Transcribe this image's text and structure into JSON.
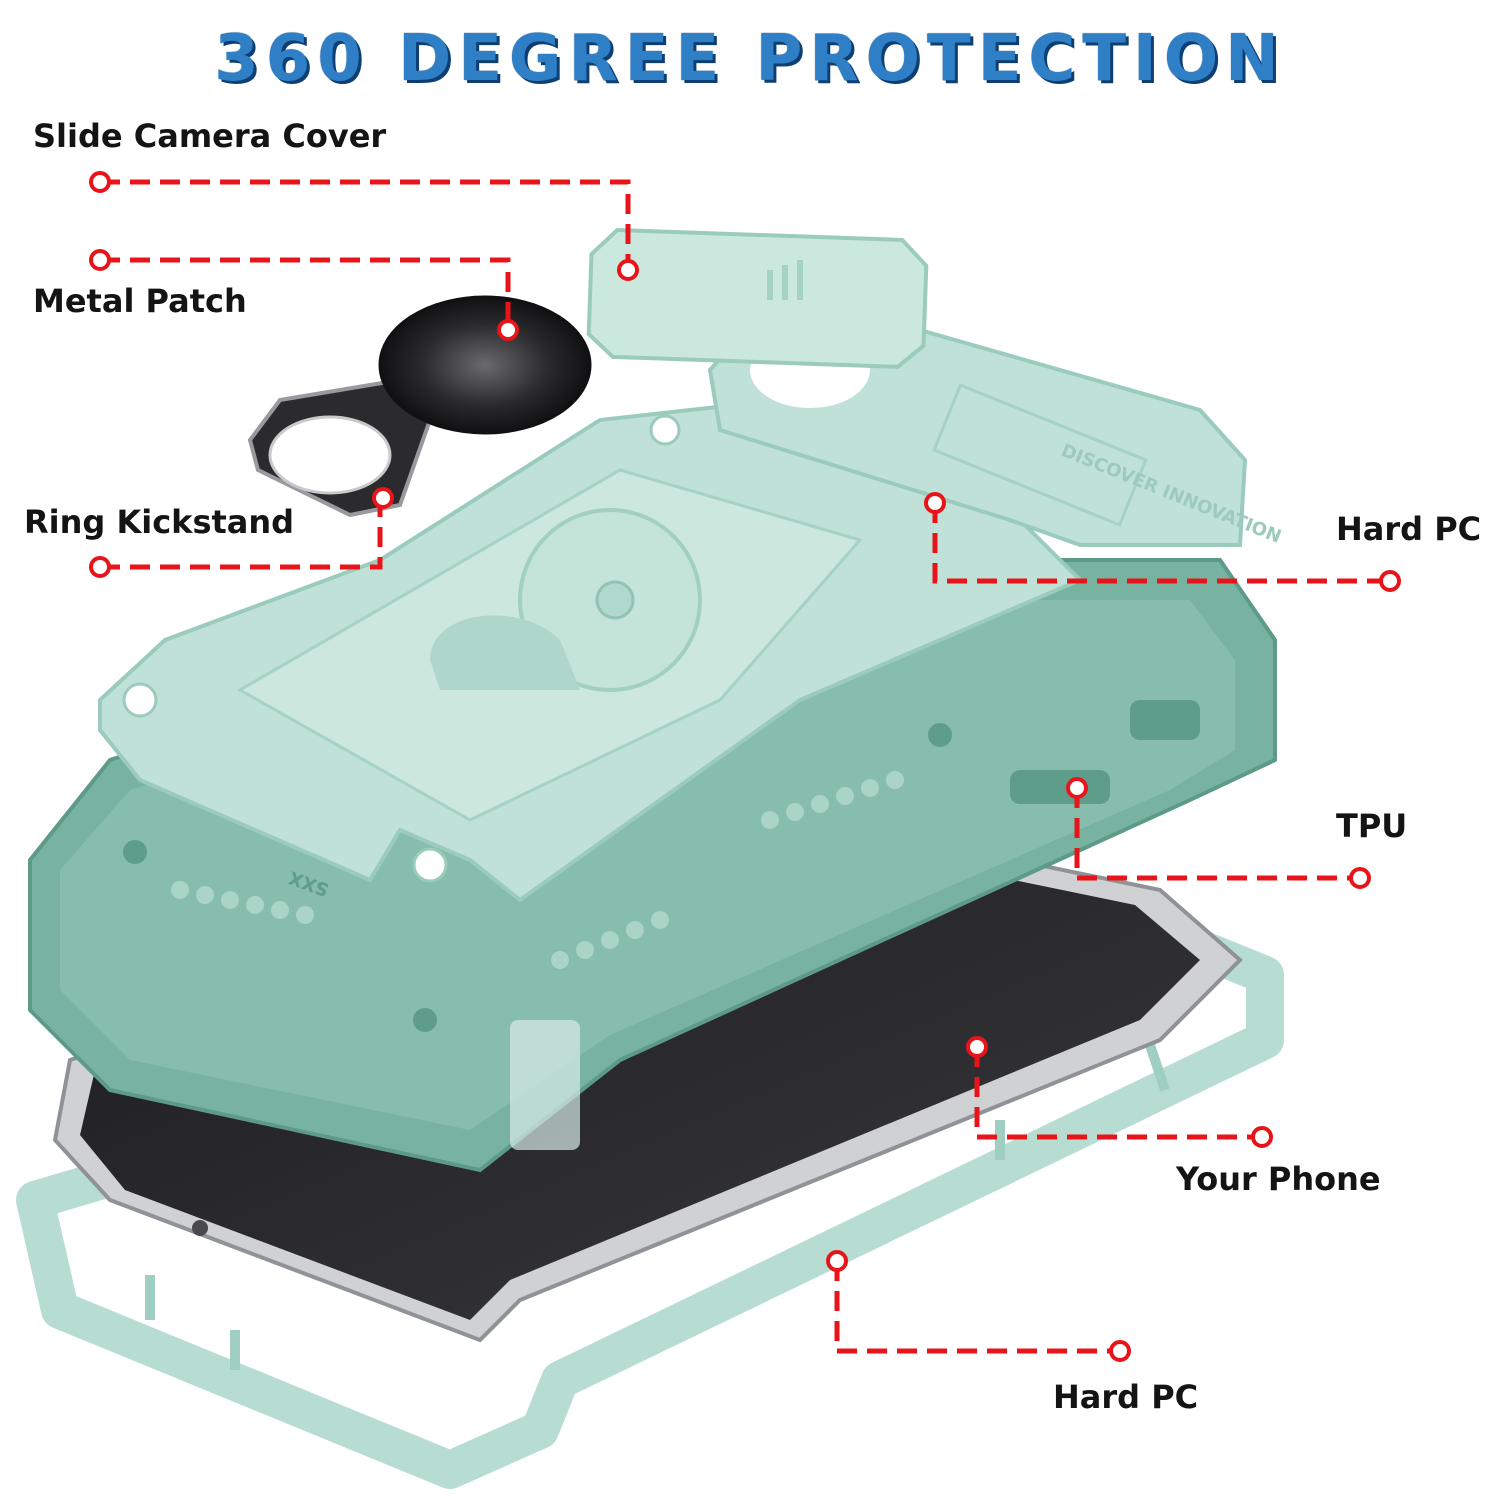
{
  "headline": "360 DEGREE PROTECTION",
  "labels": {
    "slide_camera_cover": "Slide Camera Cover",
    "metal_patch": "Metal Patch",
    "ring_kickstand": "Ring Kickstand",
    "hard_pc_top": "Hard PC",
    "tpu": "TPU",
    "your_phone": "Your Phone",
    "hard_pc_bottom": "Hard PC"
  },
  "product_text": {
    "cover_emboss": "DISCOVER INNOVATION",
    "brand_mark": "SXX"
  },
  "colors": {
    "headline": "#2f7fc6",
    "headline_shadow": "#0e3f73",
    "leader_line": "#e8141a",
    "mint_light": "#b4ddd2",
    "mint_mid": "#8fc3b3",
    "teal_tpu": "#6faa98",
    "phone_screen": "#2b2b2e",
    "metal_black": "#1d1d1f"
  }
}
